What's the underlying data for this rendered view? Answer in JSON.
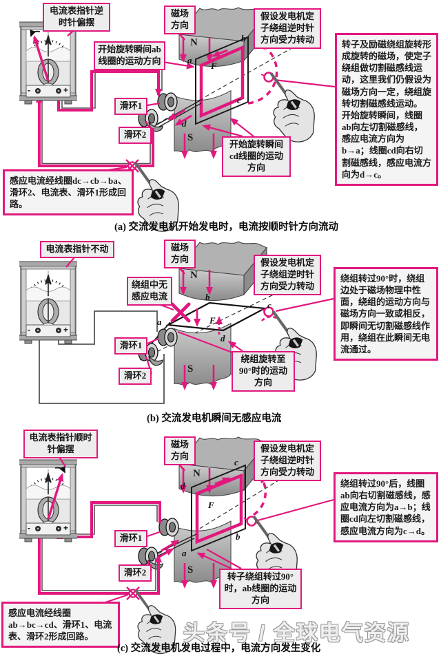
{
  "colors": {
    "magenta": "#e2187e",
    "tag_bg": "#ededed",
    "note_bg": "#f4f4f4",
    "magnet_gray": "#9a9a9a"
  },
  "glyphs": {
    "minus": "-",
    "plus": "+"
  },
  "watermark": "头条号 / 全球电气资源",
  "panels": [
    {
      "id": "a",
      "caption": "(a) 交流发电机开始发电时，电流按顺时针方向流动",
      "ammeter_tag": "电流表指针逆时针偏摆",
      "field_tag": "磁场方向",
      "ab_motion_tag": "开始旋转瞬间ab线圈的运动方向",
      "cd_motion_tag": "开始旋转瞬间cd线圈的运动方向",
      "slip_ring_1": "滑环1",
      "slip_ring_2": "滑环2",
      "assume_tag": "假设发电机定子绕组逆时针方向受力转动",
      "note": "转子及励磁绕组旋转形成旋转的磁场，使定子绕组做切割磁感线运动，这里我们仍假设为磁场方向一定，绕组旋转切割磁感线运动。\n开始旋转瞬间，线圈ab向左切割磁感线，感应电流方向为b→a；线圈cd向右切割磁感线，感应电流方向为d→c。",
      "loop_note": "感应电流经线圈dc→cb→ba、滑环2、电流表、滑环1形成回路。",
      "letters": {
        "n": "N",
        "s": "S",
        "a": "a",
        "b": "b",
        "c": "c",
        "d": "d",
        "f": "F"
      }
    },
    {
      "id": "b",
      "caption": "(b) 交流发电机瞬间无感应电流",
      "ammeter_tag": "电流表指针不动",
      "field_tag": "磁场方向",
      "no_current_tag": "绕组中无感应电流",
      "motion_tag": "绕组旋转至90°时的运动方向",
      "slip_ring_1": "滑环1",
      "slip_ring_2": "滑环2",
      "assume_tag": "假设发电机定子绕组逆时针方向受力转动",
      "note": "绕组转过90°时，绕组边处于磁场物理中性面，绕组的运动方向与磁场方向一致或相反，即瞬间无切割磁感线作用，绕组在此瞬间无电流通过。",
      "letters": {
        "n": "N",
        "s": "S",
        "a": "a",
        "b": "b",
        "c": "c",
        "d": "d",
        "f": "F"
      }
    },
    {
      "id": "c",
      "caption": "(c) 交流发电机发电过程中，电流方向发生变化",
      "ammeter_tag": "电流表指针顺时针偏摆",
      "field_tag": "磁场方向",
      "rotor_motion_tag": "转子绕组转过90°时，ab线圈的运动方向",
      "slip_ring_1": "滑环1",
      "slip_ring_2": "滑环2",
      "assume_tag": "假设发电机定子绕组逆时针方向受力转动",
      "note": "绕组转过90°后，线圈ab向右切割磁感线，感应电流方向为a→b；线圈cd向左切割磁感线，感应电流方向为c→d。",
      "loop_note": "感应电流经线圈ab→bc→cd、滑环1、电流表、滑环2形成回路。",
      "letters": {
        "n": "N",
        "s": "S",
        "a": "a",
        "b": "b",
        "c": "c",
        "d": "d",
        "f": "F"
      }
    }
  ]
}
